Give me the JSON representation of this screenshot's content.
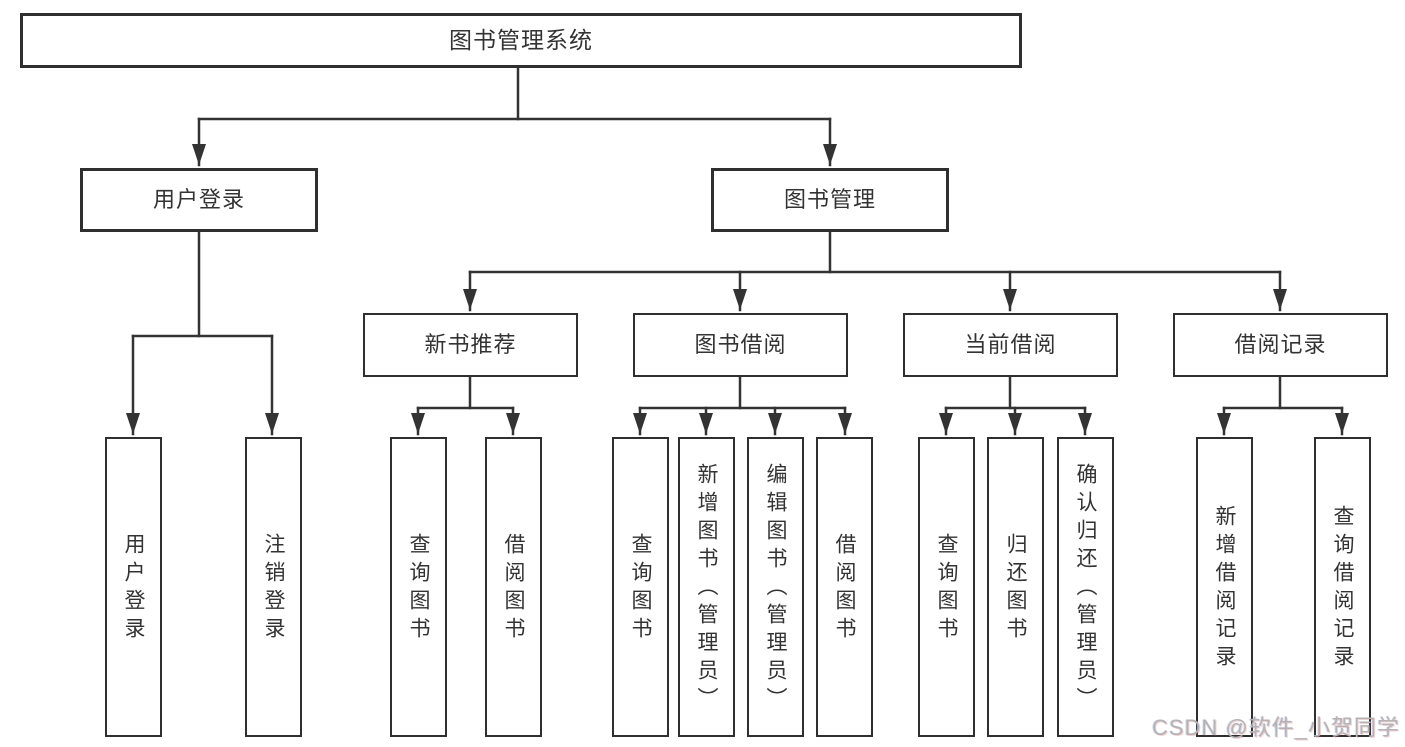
{
  "page": {
    "background": "#ffffff",
    "line_color": "#333333",
    "box_border_color": "#2f2f2f",
    "text_color": "#333333",
    "watermark": "CSDN @软件_小贺同学"
  },
  "tree": {
    "root": {
      "label": "图书管理系统"
    },
    "level2": [
      {
        "label": "用户登录"
      },
      {
        "label": "图书管理"
      }
    ],
    "level3": [
      {
        "label": "新书推荐",
        "parent": "图书管理"
      },
      {
        "label": "图书借阅",
        "parent": "图书管理"
      },
      {
        "label": "当前借阅",
        "parent": "图书管理"
      },
      {
        "label": "借阅记录",
        "parent": "图书管理"
      }
    ],
    "leaves": [
      {
        "label": "用户登录",
        "parent": "用户登录"
      },
      {
        "label": "注销登录",
        "parent": "用户登录"
      },
      {
        "label": "查询图书",
        "parent": "新书推荐"
      },
      {
        "label": "借阅图书",
        "parent": "新书推荐"
      },
      {
        "label": "查询图书",
        "parent": "图书借阅"
      },
      {
        "label": "新增图书（管理员）",
        "parent": "图书借阅"
      },
      {
        "label": "编辑图书（管理员）",
        "parent": "图书借阅"
      },
      {
        "label": "借阅图书",
        "parent": "图书借阅"
      },
      {
        "label": "查询图书",
        "parent": "当前借阅"
      },
      {
        "label": "归还图书",
        "parent": "当前借阅"
      },
      {
        "label": "确认归还（管理员）",
        "parent": "当前借阅"
      },
      {
        "label": "新增借阅记录",
        "parent": "借阅记录"
      },
      {
        "label": "查询借阅记录",
        "parent": "借阅记录"
      }
    ]
  }
}
